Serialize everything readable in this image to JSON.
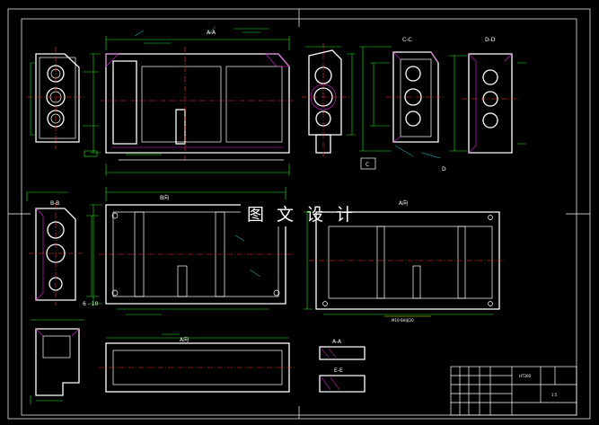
{
  "watermark": "图 文 设 计",
  "view_labels": {
    "section_aa_top": "A-A",
    "section_cc": "C-C",
    "section_dd": "D-D",
    "section_bb": "B-B",
    "view_b": "B向",
    "view_a": "A向",
    "section_a2": "A-A",
    "section_ee": "E-E",
    "label_c": "C",
    "label_d": "D",
    "note": "M10-6H深20",
    "dim_left": "6 - 10"
  },
  "title_block": {
    "part_code": "HT200",
    "scale": "1:5"
  },
  "colors": {
    "background": "#000000",
    "outline": "#ffffff",
    "dimension": "#22e622",
    "centerline": "#ff3030",
    "hatch": "#e020e0",
    "note": "#f0f000"
  }
}
